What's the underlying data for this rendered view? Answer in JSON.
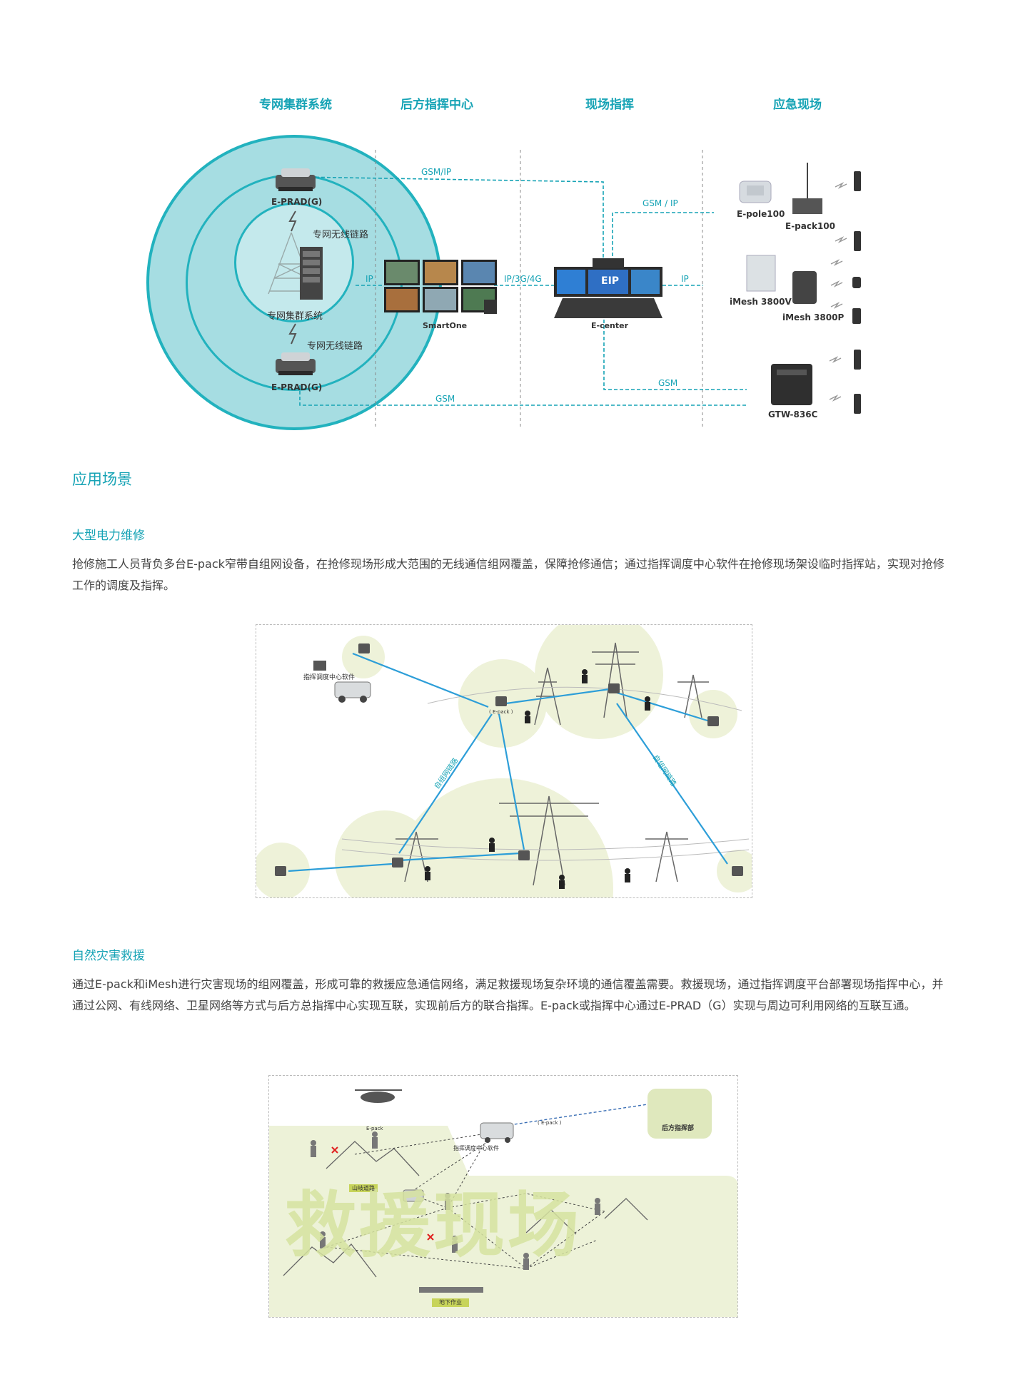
{
  "diagram": {
    "columns": [
      "专网集群系统",
      "后方指挥中心",
      "现场指挥",
      "应急现场"
    ],
    "devices": {
      "eprad_top": "E-PRAD(G)",
      "eprad_bottom": "E-PRAD(G)",
      "trunk_system": "专网集群系统",
      "wireless_link_top": "专网无线链路",
      "wireless_link_bottom": "专网无线链路",
      "smartone": "SmartOne",
      "ecenter": "E-center",
      "eip": "EIP",
      "epole": "E-pole100",
      "epack": "E-pack100",
      "imesh_v": "iMesh 3800V",
      "imesh_p": "iMesh 3800P",
      "gtw": "GTW-836C"
    },
    "links": {
      "gsm_ip_top": "GSM/IP",
      "gsm_ip_right": "GSM / IP",
      "ip_left": "IP",
      "ip_3g_4g": "IP/3G/4G",
      "ip_right": "IP",
      "gsm_mid": "GSM",
      "gsm_bottom": "GSM"
    }
  },
  "section": {
    "title": "应用场景"
  },
  "scenario1": {
    "title": "大型电力维修",
    "text": "抢修施工人员背负多台E-pack窄带自组网设备，在抢修现场形成大范围的无线通信组网覆盖，保障抢修通信；通过指挥调度中心软件在抢修现场架设临时指挥站，实现对抢修工作的调度及指挥。",
    "labels": {
      "vehicle": "指挥调度中心软件",
      "mesh_link_left": "自组网链路",
      "mesh_link_right": "自组网链路",
      "epack": "( E-pack )"
    }
  },
  "scenario2": {
    "title": "自然灾害救援",
    "text": "通过E-pack和iMesh进行灾害现场的组网覆盖，形成可靠的救援应急通信网络，满足救援现场复杂环境的通信覆盖需要。救援现场，通过指挥调度平台部署现场指挥中心，并通过公网、有线网络、卫星网络等方式与后方总指挥中心实现互联，实现前后方的联合指挥。E-pack或指挥中心通过E-PRAD（G）实现与周边可利用网络的互联互通。",
    "labels": {
      "big_text": "救援现场",
      "hq": "后方指挥部",
      "mountain": "山岐道路",
      "underground": "地下作业",
      "vehicle": "指挥调度中心软件",
      "epack": "E-pack",
      "epack_paren": "( E-pack )"
    }
  },
  "colors": {
    "accent": "#16a3b5",
    "outer_circle": "#1fb1bd",
    "inner_circle": "#a9dde1",
    "green_bg": "#edf2d8",
    "mesh_line": "#2d9ed8"
  }
}
